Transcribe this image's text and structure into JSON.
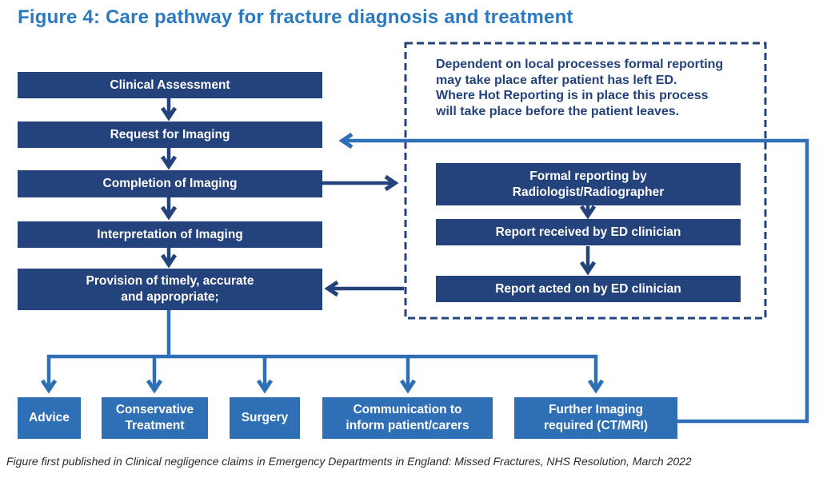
{
  "title": "Figure 4: Care pathway for fracture diagnosis and treatment",
  "colors": {
    "box_navy": "#24437c",
    "box_blue": "#2e6fb6",
    "title_blue": "#2b7ac1",
    "note_text": "#24437c"
  },
  "pathway": {
    "steps": [
      "Clinical Assessment",
      "Request for Imaging",
      "Completion of Imaging",
      "Interpretation of Imaging",
      "Provision of timely, accurate\nand appropriate;"
    ]
  },
  "reporting": {
    "note": "Dependent on local processes formal reporting\nmay take place after patient has left ED.\nWhere Hot Reporting is in place this process\nwill take place before the patient leaves.",
    "steps": [
      "Formal reporting by\nRadiologist/Radiographer",
      "Report received by ED clinician",
      "Report acted on by ED clinician"
    ]
  },
  "outcomes": [
    "Advice",
    "Conservative\nTreatment",
    "Surgery",
    "Communication to\ninform patient/carers",
    "Further Imaging\nrequired (CT/MRI)"
  ],
  "footer": "Figure first published in Clinical negligence claims in Emergency Departments in England: Missed Fractures, NHS Resolution, March 2022"
}
